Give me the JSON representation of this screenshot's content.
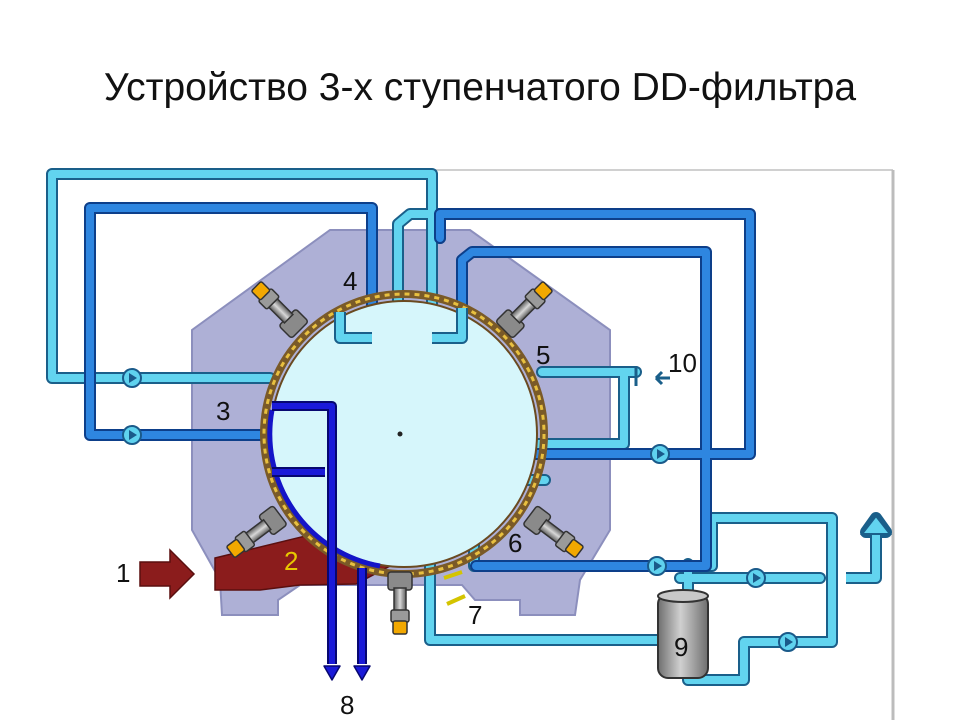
{
  "slide": {
    "title": "Устройство 3-х ступенчатого DD-фильтра"
  },
  "diagram": {
    "labels": {
      "inlet": "1",
      "drum": "2",
      "stage_1_pipe": "3",
      "stage_2_pipe": "4",
      "stage_3_pipe": "5",
      "drive_pipe": "6",
      "wash_sensor": "7",
      "discharge": "8",
      "tank": "9",
      "water_inlet": "10"
    },
    "colors": {
      "housing": "#aeb0d6",
      "drum_fill": "#d6f6fb",
      "pipe_light": "#5fd2ee",
      "pipe_mid": "#2e86e0",
      "pipe_dark": "#1414c8",
      "feed_pulp": "#8b1c1c",
      "tank": "#a8a8a8",
      "nozzle_body": "#8a8a8a",
      "nozzle_tip": "#f2a800"
    }
  }
}
